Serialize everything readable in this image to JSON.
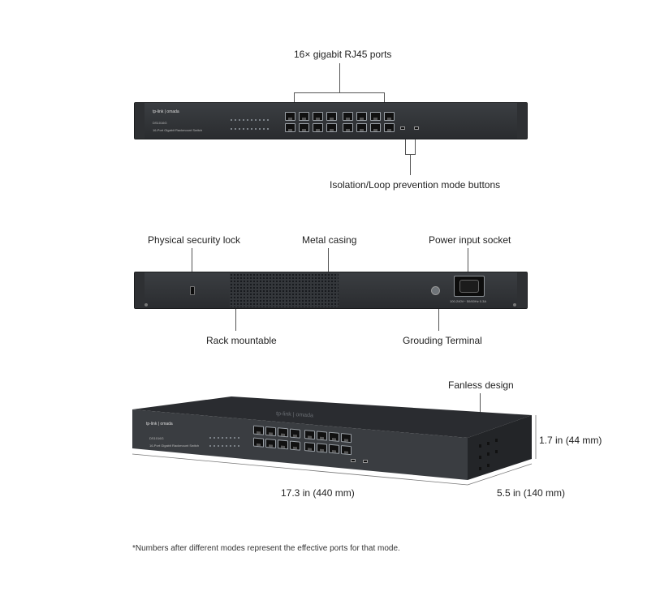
{
  "labels": {
    "ports": "16× gigabit RJ45 ports",
    "mode_buttons": "Isolation/Loop prevention mode buttons",
    "security_lock": "Physical security lock",
    "metal_casing": "Metal casing",
    "power_socket": "Power input socket",
    "rack_mountable": "Rack mountable",
    "grounding": "Grouding Terminal",
    "fanless": "Fanless design",
    "height": "1.7 in (44 mm)",
    "width": "17.3 in (440 mm)",
    "depth": "5.5 in (140 mm)"
  },
  "device": {
    "brand": "tp-link | omada",
    "model": "DS1016G",
    "description": "16-Port Gigabit Rackmount Switch",
    "rear_power_rating": "100-240V~ 50/60Hz 0.3A"
  },
  "footnote": "*Numbers after different modes represent the effective ports for that mode.",
  "colors": {
    "chassis": "#2f3236",
    "port_bg": "#111111",
    "port_frame": "#9aa0a6",
    "leader_line": "#555555"
  },
  "icons": {
    "brand_logo": "tp-link-logo-icon",
    "ground": "ground-symbol-icon",
    "power_socket": "iec-c14-socket-icon",
    "lock": "kensington-lock-icon"
  }
}
